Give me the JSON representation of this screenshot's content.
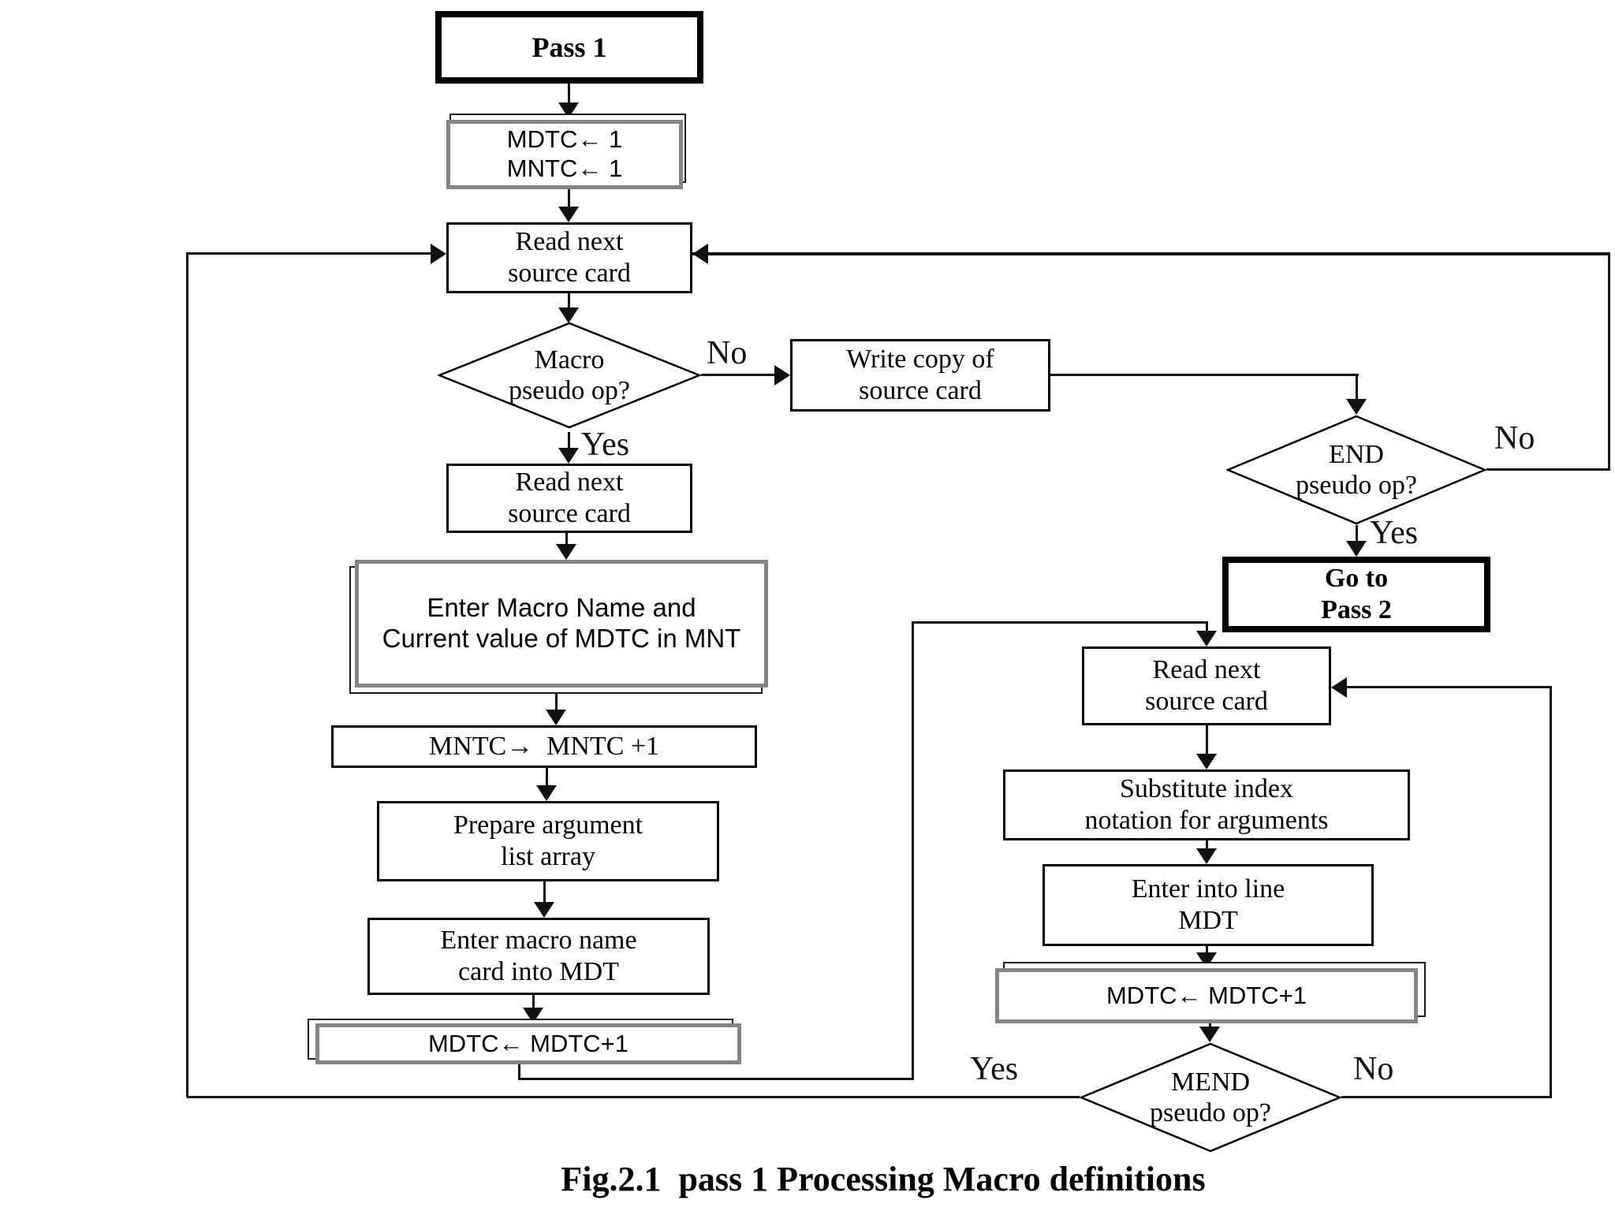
{
  "figure": {
    "caption": "Fig.2.1  pass 1 Processing Macro definitions"
  },
  "colors": {
    "background": "#ffffff",
    "box_border": "#000000",
    "gray_border": "#858585",
    "line": "#111111"
  },
  "nodes": {
    "pass1": {
      "label": "Pass 1"
    },
    "init": {
      "line1": "MDTC← 1",
      "line2": "MNTC← 1"
    },
    "read1": {
      "line1": "Read next",
      "line2": "source card"
    },
    "macro_decision": {
      "line1": "Macro",
      "line2": "pseudo op?"
    },
    "write_copy": {
      "line1": "Write copy of",
      "line2": "source card"
    },
    "end_decision": {
      "line1": "END",
      "line2": "pseudo op?"
    },
    "goto_pass2": {
      "line1": "Go to",
      "line2": "Pass 2"
    },
    "read2": {
      "line1": "Read next",
      "line2": "source card"
    },
    "enter_mnt": {
      "line1": "Enter Macro Name and",
      "line2": "Current value of MDTC in MNT"
    },
    "mntc_inc": {
      "label": "MNTC→  MNTC +1"
    },
    "prepare_args": {
      "line1": "Prepare argument",
      "line2": "list array"
    },
    "enter_name_mdt": {
      "line1": "Enter macro name",
      "line2": "card into MDT"
    },
    "mdtc_inc_left": {
      "label": "MDTC← MDTC+1"
    },
    "read3": {
      "line1": "Read next",
      "line2": "source card"
    },
    "substitute": {
      "line1": "Substitute index",
      "line2": "notation for arguments"
    },
    "enter_line_mdt": {
      "line1": "Enter into line",
      "line2": "MDT"
    },
    "mdtc_inc_right": {
      "label": "MDTC← MDTC+1"
    },
    "mend_decision": {
      "line1": "MEND",
      "line2": "pseudo op?"
    }
  },
  "labels": {
    "macro_no": "No",
    "macro_yes": "Yes",
    "end_no": "No",
    "end_yes": "Yes",
    "mend_yes": "Yes",
    "mend_no": "No"
  }
}
